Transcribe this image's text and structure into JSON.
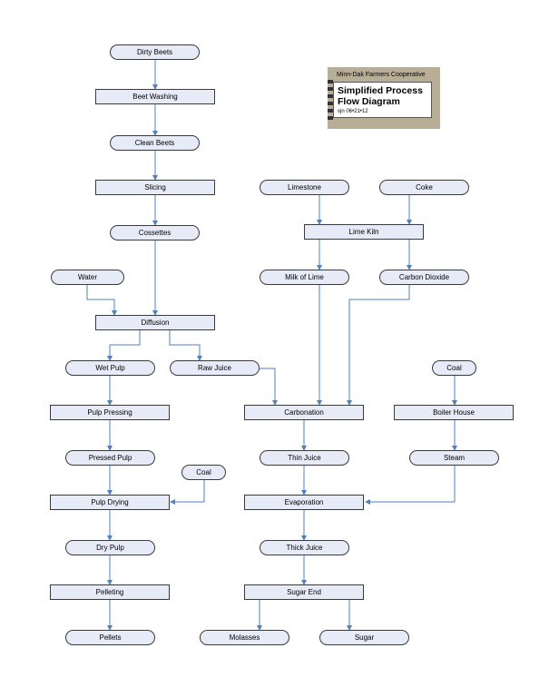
{
  "title_block": {
    "organization": "Minn-Dak Farmers Cooperative",
    "title_line1": "Simplified Process",
    "title_line2": "Flow Diagram",
    "version": "vjn 06•21•12"
  },
  "nodes": {
    "dirty_beets": "Dirty Beets",
    "beet_washing": "Beet Washing",
    "clean_beets": "Clean Beets",
    "slicing": "Slicing",
    "cossettes": "Cossettes",
    "water": "Water",
    "diffusion": "Diffusion",
    "wet_pulp": "Wet Pulp",
    "raw_juice": "Raw Juice",
    "pulp_pressing": "Pulp Pressing",
    "pressed_pulp": "Pressed Pulp",
    "coal_left": "Coal",
    "pulp_drying": "Pulp Drying",
    "dry_pulp": "Dry Pulp",
    "pelleting": "Pelleting",
    "pellets": "Pellets",
    "limestone": "Limestone",
    "coke": "Coke",
    "lime_kiln": "Lime Kiln",
    "milk_of_lime": "Milk of Lime",
    "carbon_dioxide": "Carbon Dioxide",
    "carbonation": "Carbonation",
    "thin_juice": "Thin Juice",
    "evaporation": "Evaporation",
    "thick_juice": "Thick Juice",
    "sugar_end": "Sugar End",
    "molasses": "Molasses",
    "sugar": "Sugar",
    "coal_right": "Coal",
    "boiler_house": "Boiler House",
    "steam": "Steam"
  },
  "colors": {
    "node_fill": "#e6ebf7",
    "node_border": "#3a3a3a",
    "arrow": "#4f81bd",
    "title_bg": "#b8ae98"
  }
}
